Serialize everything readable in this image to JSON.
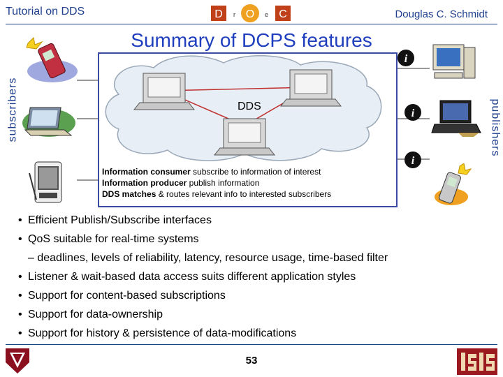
{
  "header": {
    "left_text": "Tutorial on DDS",
    "right_text": "Douglas C. Schmidt",
    "logo_letters": [
      "D",
      "r",
      "O",
      "e",
      "C"
    ]
  },
  "title": "Summary of DCPS features",
  "side_labels": {
    "left": "subscribers",
    "right": "publishers"
  },
  "diagram": {
    "cloud_label": "DDS",
    "info_lines": [
      {
        "bold": "Information consumer",
        "rest": " subscribe to information of interest"
      },
      {
        "bold": "Information producer",
        "rest": " publish information"
      },
      {
        "bold": "DDS matches",
        "rest": " & routes relevant info to interested subscribers"
      }
    ],
    "info_icon_letter": "i"
  },
  "bullets": [
    {
      "text": "Efficient Publish/Subscribe interfaces",
      "sub": false
    },
    {
      "text": "QoS suitable for real-time systems",
      "sub": false
    },
    {
      "text": "– deadlines, levels of reliability, latency, resource usage, time-based filter",
      "sub": true
    },
    {
      "text": "Listener & wait-based data access suits different application styles",
      "sub": false
    },
    {
      "text": "Support for content-based subscriptions",
      "sub": false
    },
    {
      "text": "Support for data-ownership",
      "sub": false
    },
    {
      "text": "Support for history & persistence of data-modifications",
      "sub": false
    }
  ],
  "footer": {
    "page_number": "53"
  },
  "colors": {
    "accent": "#1f3f8f",
    "title": "#1f3fbf",
    "frame": "#3b4ba3",
    "cloud": "#e8eef5"
  }
}
